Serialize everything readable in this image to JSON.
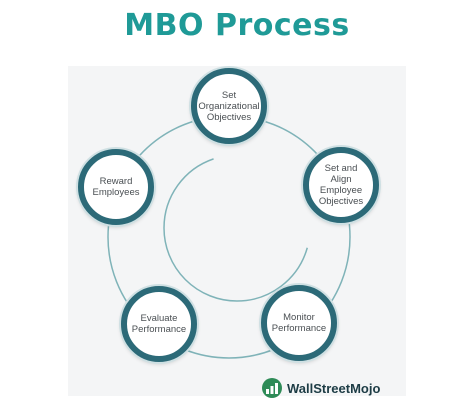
{
  "title": "MBO Process",
  "steps": [
    {
      "label": "Set\nOrganizational\nObjectives"
    },
    {
      "label": "Set and\nAlign Employee\nObjectives"
    },
    {
      "label": "Monitor\nPerformance"
    },
    {
      "label": "Evaluate\nPerformance"
    },
    {
      "label": "Reward\nEmployees"
    }
  ],
  "brand": {
    "name": "WallStreetMojo"
  },
  "colors": {
    "title": "#1f9a97",
    "node_ring": "#2c6a78",
    "connector": "#7fb3b8",
    "panel": "#f4f5f6"
  }
}
